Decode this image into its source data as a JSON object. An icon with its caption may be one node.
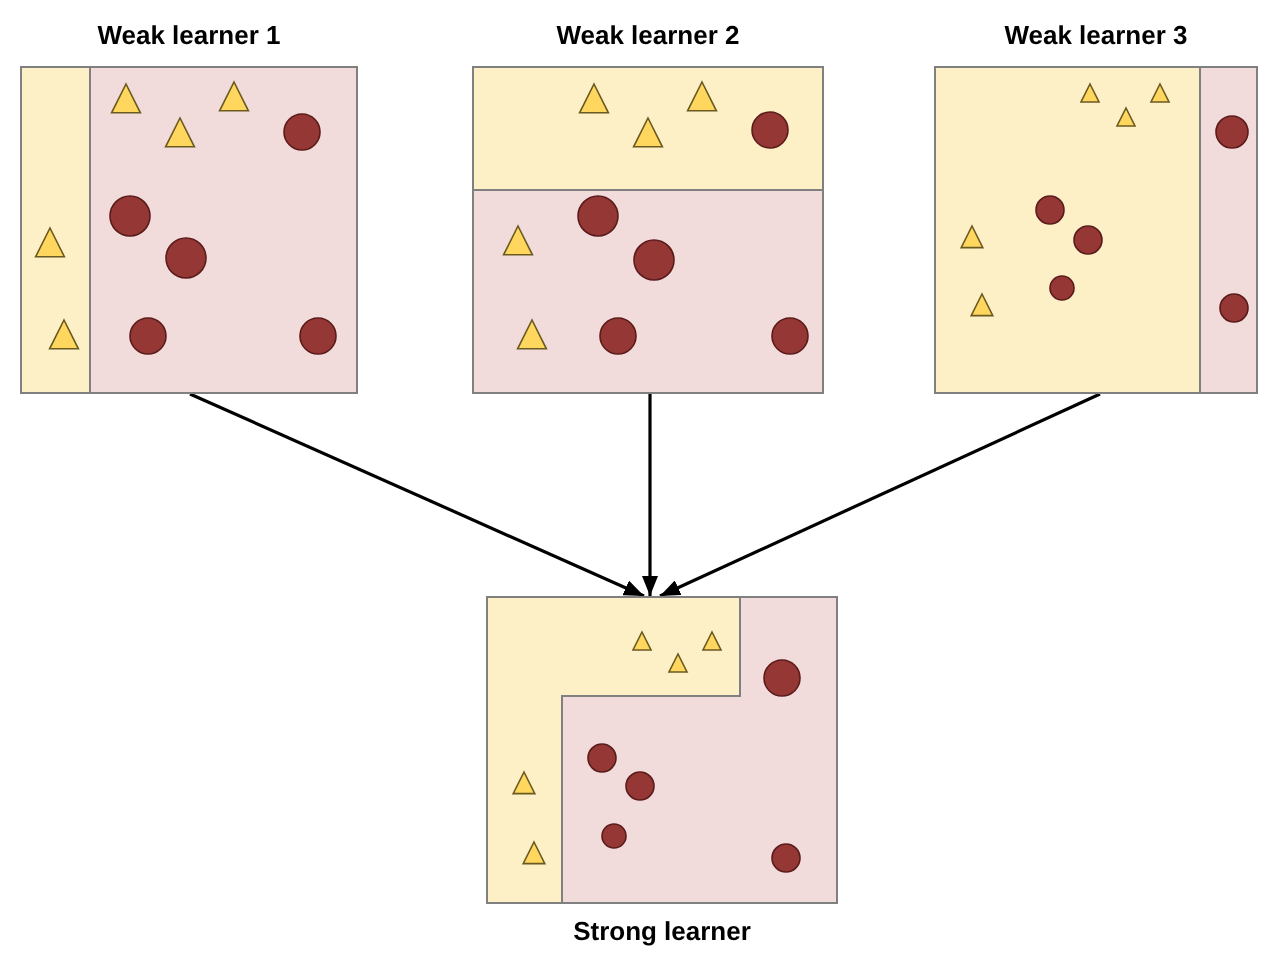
{
  "diagram": {
    "nodes": [
      {
        "text": [
          "Weak learner 1"
        ]
      },
      {
        "text": [
          "Weak learner 2"
        ]
      },
      {
        "text": [
          "Weak learner 3"
        ]
      },
      {
        "text": [
          "Strong learner"
        ]
      }
    ],
    "edges": [
      {
        "from": 0,
        "to": 3,
        "arrow": "to"
      },
      {
        "from": 1,
        "to": 3,
        "arrow": "to"
      },
      {
        "from": 2,
        "to": 3,
        "arrow": "to"
      }
    ]
  }
}
